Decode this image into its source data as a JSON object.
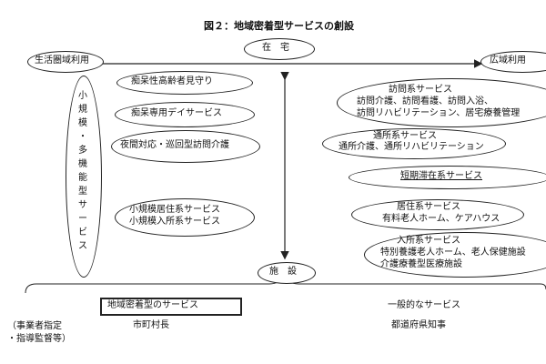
{
  "title": "図２：地域密着型サービスの創設",
  "axis": {
    "top": "在　宅",
    "bottom": "施　設",
    "left": "生活圏域利用",
    "right": "広域利用"
  },
  "left_services": {
    "vertical": [
      "小",
      "規",
      "模",
      "・",
      "多",
      "機",
      "能",
      "型",
      "サ",
      "ー",
      "ビ",
      "ス"
    ],
    "items": [
      "痴呆性高齢者見守り",
      "痴呆専用デイサービス",
      "夜間対応・巡回型訪問介護",
      "小規模居住系サービス",
      "小規模入所系サービス"
    ]
  },
  "right_services": [
    {
      "title": "訪問系サービス",
      "lines": [
        "訪問介護、訪問看護、訪問入浴、",
        "訪問リハビリテーション、居宅療養管理"
      ]
    },
    {
      "title": "通所系サービス",
      "lines": [
        "通所介護、通所リハビリテーション"
      ]
    },
    {
      "title": "短期滞在系サービス",
      "lines": []
    },
    {
      "title": "居住系サービス",
      "lines": [
        "有料老人ホーム、ケアハウス"
      ]
    },
    {
      "title": "入所系サービス",
      "lines": [
        "特別養護老人ホーム、老人保健施設",
        "介護療養型医療施設"
      ]
    }
  ],
  "bottom": {
    "left_label": "地域密着型のサービス",
    "right_label": "一般的なサービス",
    "note_label": "（事業者指定\n・指導監督等）",
    "left_authority": "市町村長",
    "right_authority": "都道府県知事"
  }
}
